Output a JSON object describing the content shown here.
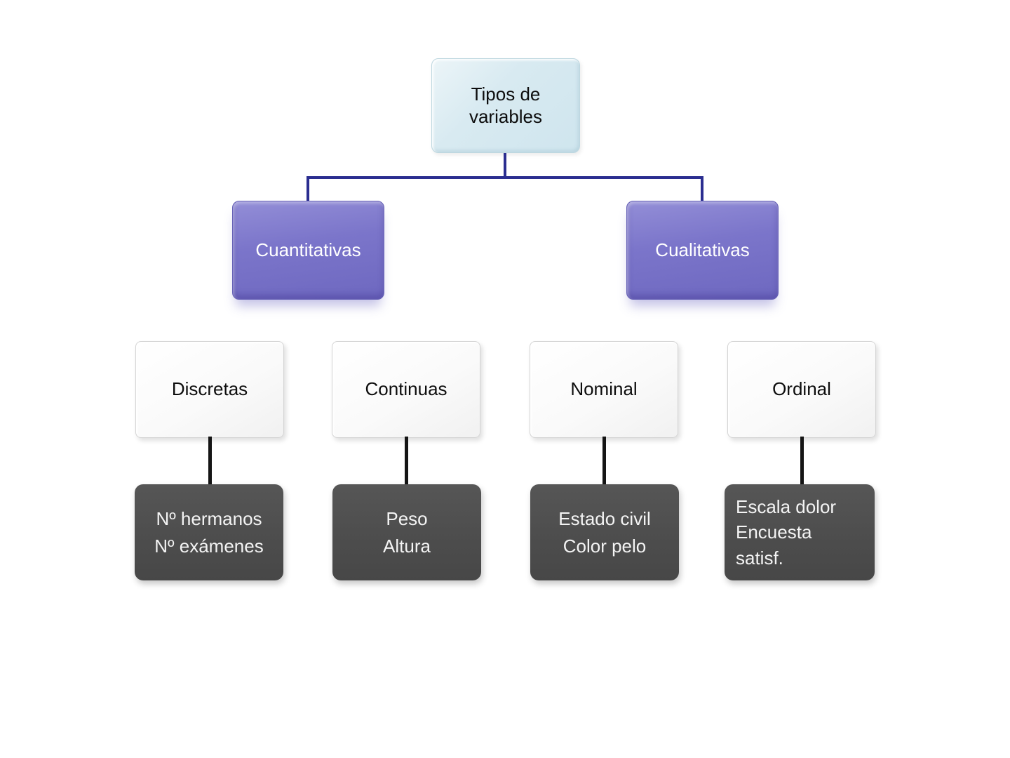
{
  "nodes": {
    "root": {
      "label": "Tipos de\nvariables"
    },
    "branches": [
      {
        "label": "Cuantitativas"
      },
      {
        "label": "Cualitativas"
      }
    ],
    "types": [
      {
        "label": "Discretas"
      },
      {
        "label": "Continuas"
      },
      {
        "label": "Nominal"
      },
      {
        "label": "Ordinal"
      }
    ],
    "examples": [
      {
        "label": "Nº hermanos\nNº exámenes"
      },
      {
        "label": "Peso\nAltura"
      },
      {
        "label": "Estado civil\nColor pelo"
      },
      {
        "label": "Escala dolor\nEncuesta satisf."
      }
    ]
  },
  "colors": {
    "background": "#ffffff",
    "root_fill": "#d7eaf1",
    "branch_fill": "#7a74c9",
    "branch_text": "#ffffff",
    "type_fill": "#fbfbfb",
    "example_fill": "#4e4e4e",
    "example_text": "#f4f4f4",
    "connector_primary": "#2b2e90",
    "connector_secondary": "#151515"
  }
}
